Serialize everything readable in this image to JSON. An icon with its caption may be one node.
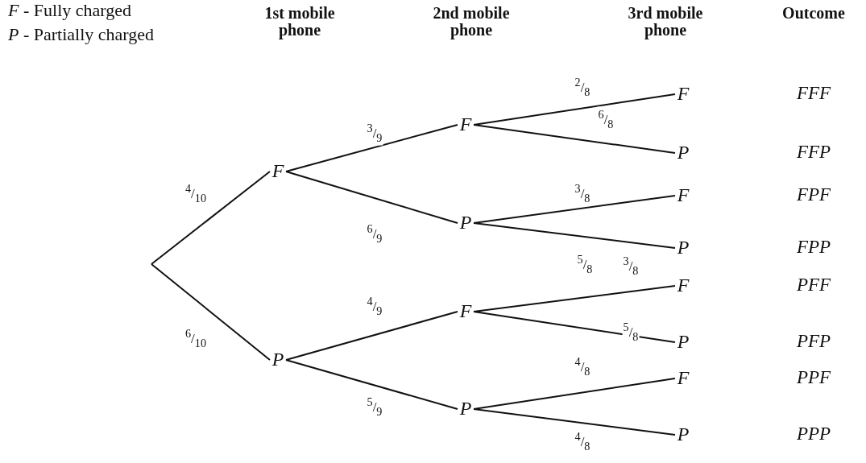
{
  "diagram": {
    "nodes": [
      {
        "text": [
          "F"
        ]
      },
      {
        "text": [
          "P"
        ]
      },
      {
        "text": [
          "F"
        ]
      },
      {
        "text": [
          "P"
        ]
      },
      {
        "text": [
          "F"
        ]
      },
      {
        "text": [
          "P"
        ]
      },
      {
        "text": [
          "F"
        ]
      },
      {
        "text": [
          "P"
        ]
      },
      {
        "text": [
          "F"
        ]
      },
      {
        "text": [
          "P"
        ]
      },
      {
        "text": [
          "F"
        ]
      },
      {
        "text": [
          "P"
        ]
      },
      {
        "text": [
          "F"
        ]
      },
      {
        "text": [
          "P"
        ]
      }
    ],
    "edges": [
      {
        "from": null,
        "to": 0,
        "arrow": "none",
        "label": "$^{4}$/$_{10}$"
      },
      {
        "from": null,
        "to": 1,
        "arrow": "none",
        "label": "$^{6}$/$_{10}$"
      },
      {
        "from": 0,
        "to": 2,
        "arrow": "none",
        "label": "$^{3}$/$_{9}$"
      },
      {
        "from": 0,
        "to": 3,
        "arrow": "none",
        "label": "$^{6}$/$_{9}$"
      },
      {
        "from": 1,
        "to": 4,
        "arrow": "none",
        "label": "$^{4}$/$_{9}$"
      },
      {
        "from": 1,
        "to": 5,
        "arrow": "none",
        "label": "$^{5}$/$_{9}$"
      },
      {
        "from": 2,
        "to": 6,
        "arrow": "none",
        "label": "$^{2}$/$_{8}$"
      },
      {
        "from": 2,
        "to": 7,
        "arrow": "none",
        "label": "$^{6}$/$_{8}$"
      },
      {
        "from": 3,
        "to": 8,
        "arrow": "none",
        "label": "$^{3}$/$_{8}$"
      },
      {
        "from": 3,
        "to": 9,
        "arrow": "none",
        "label": "$^{5}$/$_{8}$"
      },
      {
        "from": 4,
        "to": 10,
        "arrow": "none",
        "label": "$^{3}$/$_{8}$"
      },
      {
        "from": 4,
        "to": 11,
        "arrow": "none",
        "label": "$^{5}$/$_{8}$"
      },
      {
        "from": 5,
        "to": 12,
        "arrow": "none",
        "label": "$^{4}$/$_{8}$"
      },
      {
        "from": 5,
        "to": 13,
        "arrow": "none",
        "label": "$^{4}$/$_{8}$"
      }
    ],
    "labels": [
      "*F* - Fully charged",
      "*P* - Partially charged",
      "1st mobile phone",
      "2nd mobile phone",
      "3rd mobile phone",
      "Outcome",
      "FFF",
      "FFP",
      "FPF",
      "FPP",
      "PFF",
      "PFP",
      "PPF",
      "PPP"
    ]
  }
}
